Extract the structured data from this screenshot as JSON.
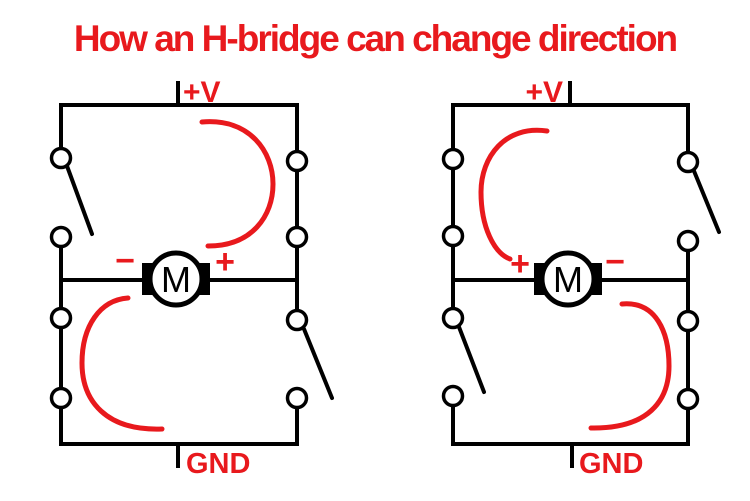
{
  "title": "How an H-bridge can change direction",
  "colors": {
    "accent_red": "#e8191d",
    "wire_black": "#000000",
    "background": "#ffffff"
  },
  "left_circuit": {
    "supply_label": "+V",
    "ground_label": "GND",
    "motor_label": "M",
    "motor_left_terminal": "−",
    "motor_right_terminal": "+"
  },
  "right_circuit": {
    "supply_label": "+V",
    "ground_label": "GND",
    "motor_label": "M",
    "motor_left_terminal": "+",
    "motor_right_terminal": "−"
  }
}
